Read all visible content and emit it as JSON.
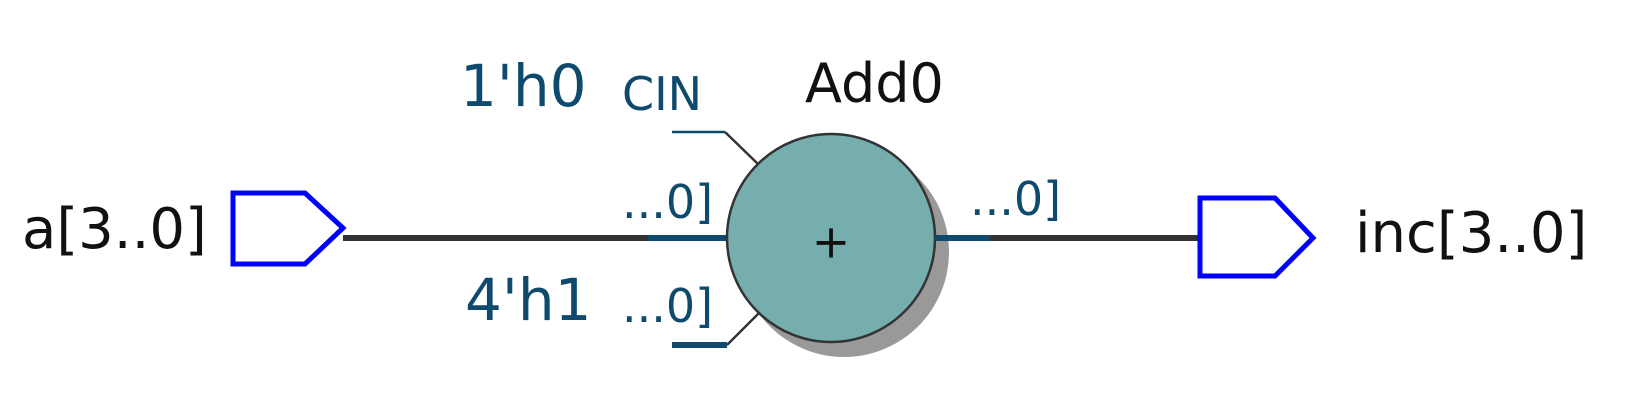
{
  "input_port": {
    "label": "a[3..0]"
  },
  "output_port": {
    "label": "inc[3..0]"
  },
  "adder": {
    "name": "Add0",
    "symbol": "+",
    "cin_label": "CIN",
    "cin_value": "1'h0",
    "in_a_label": "...0]",
    "in_b_label": "...0]",
    "in_b_value": "4'h1",
    "out_label": "...0]"
  },
  "colors": {
    "port_stroke": "#0000ff",
    "wire": "#333333",
    "bus_pin": "#0d4a6e",
    "annotation_text": "#0d4a6e",
    "adder_fill": "#76aeae",
    "adder_stroke": "#333333",
    "shadow": "#999999",
    "text": "#111111"
  }
}
